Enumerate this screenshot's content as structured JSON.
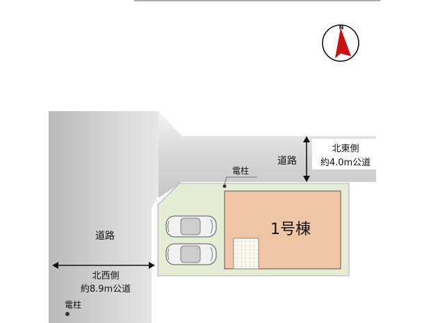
{
  "compass": {
    "letter": "N",
    "icon": "north-arrow-icon"
  },
  "roads": {
    "northwest_label": "道路",
    "northwest_side": "北西側",
    "northwest_width": "約8.9m公道",
    "northeast_label": "道路",
    "northeast_side": "北東側",
    "northeast_width": "約4.0m公道"
  },
  "poles": {
    "top_label": "電柱",
    "bottom_label": "電柱"
  },
  "building": {
    "label": "1号棟"
  },
  "parking": {
    "count": 2,
    "icon": "car-icon"
  },
  "colors": {
    "road": "#d0d0d0",
    "lot": "#e5ecd4",
    "building": "#efc5a5",
    "compass_red": "#cc1010",
    "outline": "#444444"
  }
}
